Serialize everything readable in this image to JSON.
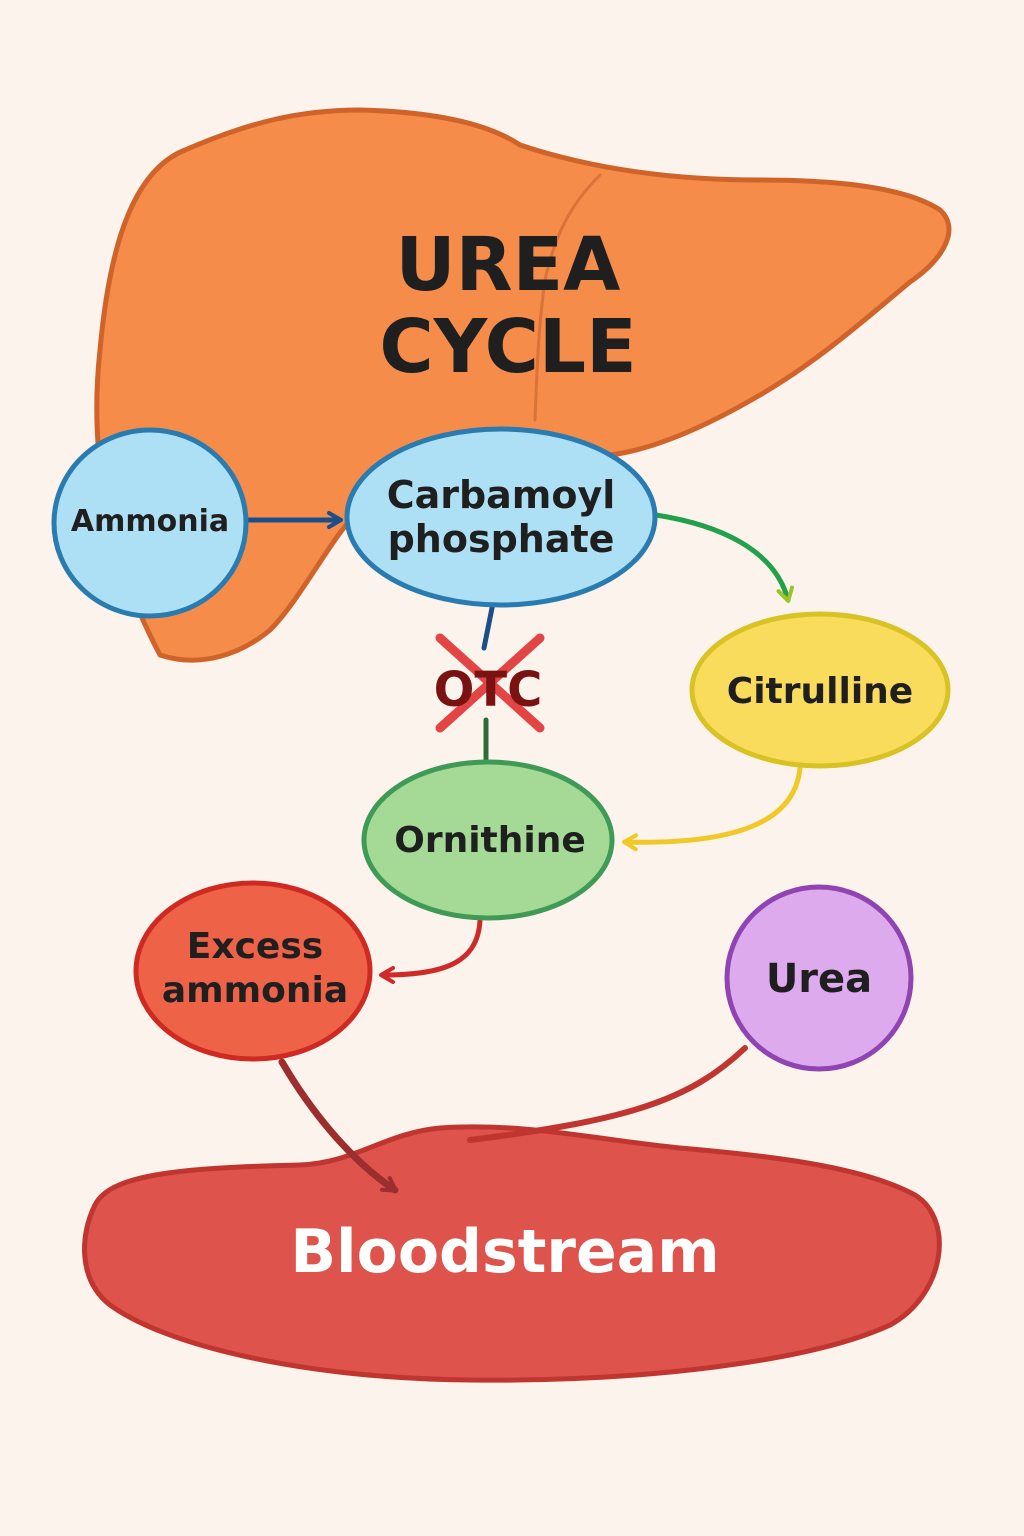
{
  "title": {
    "line1": "UREA",
    "line2": "CYCLE"
  },
  "nodes": {
    "ammonia": "Ammonia",
    "carbamoyl_line1": "Carbamoyl",
    "carbamoyl_line2": "phosphate",
    "citrulline": "Citrulline",
    "ornithine": "Ornithine",
    "excess_line1": "Excess",
    "excess_line2": "ammonia",
    "urea": "Urea",
    "bloodstream": "Bloodstream"
  },
  "enzyme": {
    "label": "OTC",
    "status": "blocked"
  },
  "organ": {
    "icon": "liver-icon"
  },
  "colors": {
    "background": "#fcf4ec",
    "liver_fill": "#f58c4a",
    "liver_stroke": "#d0632a",
    "node_blue_fill": "#aee0f5",
    "node_blue_stroke": "#2a7bb0",
    "node_yellow_fill": "#f9dc5c",
    "node_yellow_stroke": "#d8c224",
    "node_green_fill": "#a5da96",
    "node_green_stroke": "#3e9a55",
    "node_red_fill": "#ee6247",
    "node_red_stroke": "#cf2a22",
    "node_purple_fill": "#ddaaee",
    "node_purple_stroke": "#8f44b2",
    "blood_fill": "#de534c",
    "blood_stroke": "#c0352f",
    "otc_block": "#e34444",
    "otc_text": "#7a1212"
  }
}
